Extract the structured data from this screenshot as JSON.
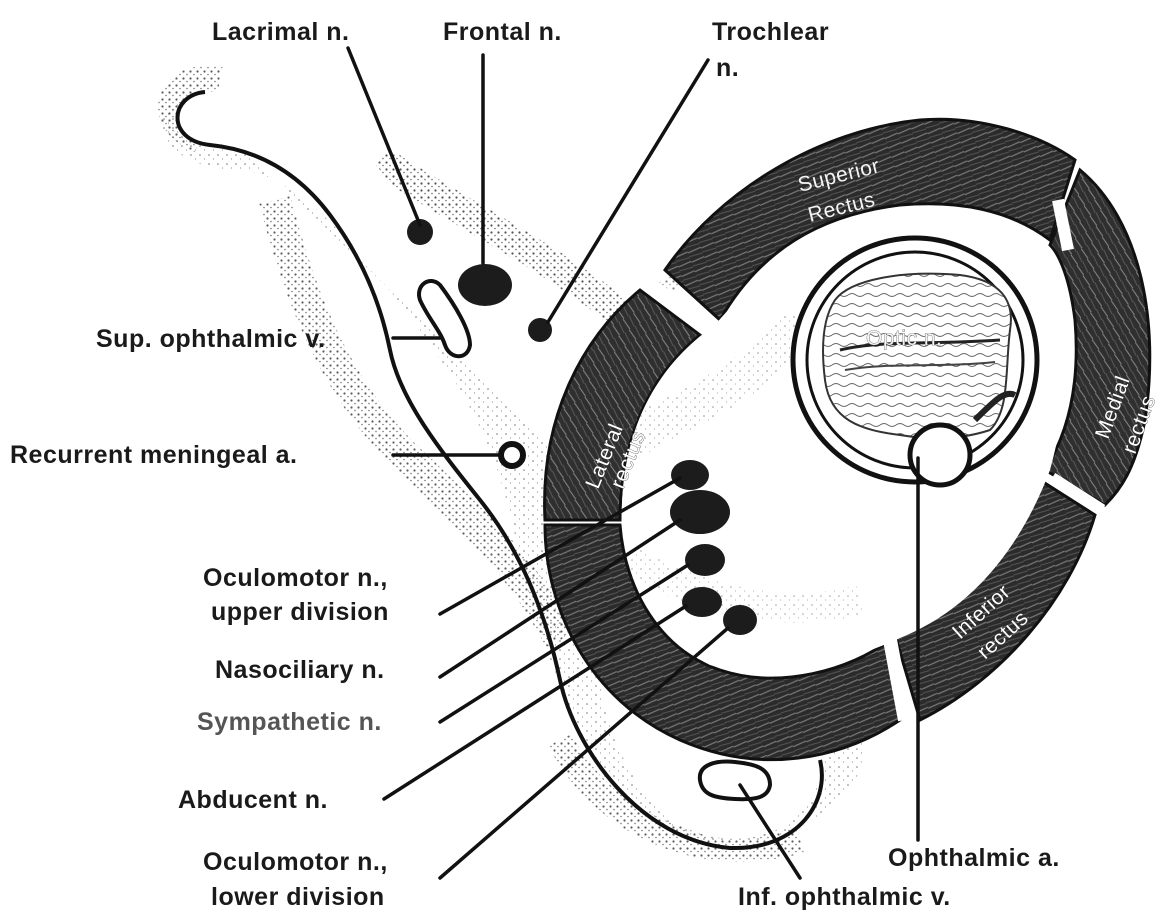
{
  "labels": {
    "lacrimal": "Lacrimal n.",
    "frontal": "Frontal n.",
    "trochlear_1": "Trochlear",
    "trochlear_2": "n.",
    "sup_ophthalmic_v": "Sup. ophthalmic v.",
    "recurrent_meningeal_a": "Recurrent meningeal a.",
    "oculomotor_upper_1": "Oculomotor n.,",
    "oculomotor_upper_2": "upper division",
    "nasociliary": "Nasociliary n.",
    "sympathetic": "Sympathetic n.",
    "abducent": "Abducent n.",
    "oculomotor_lower_1": "Oculomotor n.,",
    "oculomotor_lower_2": "lower division",
    "inf_ophthalmic_v": "Inf. ophthalmic v.",
    "ophthalmic_a": "Ophthalmic a."
  },
  "muscles": {
    "superior_1": "Superior",
    "superior_2": "Rectus",
    "lateral_1": "Lateral",
    "lateral_2": "rectus",
    "medial_1": "Medial",
    "medial_2": "rectus",
    "inferior_1": "Inferior",
    "inferior_2": "rectus"
  },
  "optic_nerve": "Optic n.",
  "colors": {
    "ink": "#111111",
    "muscle": "#2a2a2a",
    "stipple": "#555555",
    "background": "#ffffff",
    "grey_label": "#555555"
  }
}
